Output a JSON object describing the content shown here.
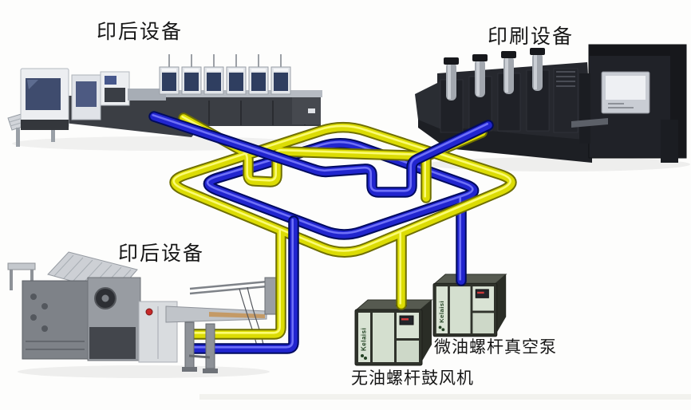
{
  "labels": {
    "postpress_top": "印后设备",
    "printing": "印刷设备",
    "postpress_bottom": "印后设备",
    "vacuum_pump": "微油螺杆真空泵",
    "blower": "无油螺杆鼓风机",
    "cabinet_brand": "Kelaisi"
  },
  "colors": {
    "pipe_yellow": "#dcdc04",
    "pipe_yellow_dark": "#6f6f00",
    "pipe_yellow_light": "#ffff7e",
    "pipe_blue": "#2125cf",
    "pipe_blue_dark": "#000a60",
    "pipe_blue_light": "#7b7eff",
    "background": "#fdfdfc",
    "label_text": "#161616"
  }
}
